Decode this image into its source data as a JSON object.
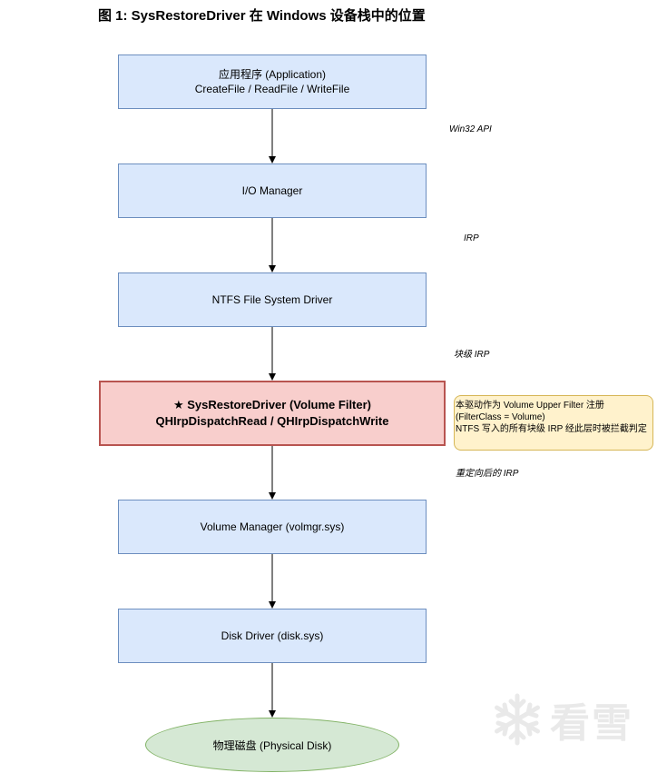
{
  "title": "图 1: SysRestoreDriver 在 Windows 设备栈中的位置",
  "nodes": {
    "app": {
      "line1": "应用程序 (Application)",
      "line2": "CreateFile / ReadFile / WriteFile"
    },
    "io_manager": {
      "line1": "I/O Manager"
    },
    "ntfs": {
      "line1": "NTFS File System Driver"
    },
    "sysrestore": {
      "line1": "★ SysRestoreDriver (Volume Filter)",
      "line2": "QHIrpDispatchRead / QHIrpDispatchWrite"
    },
    "volmgr": {
      "line1": "Volume Manager (volmgr.sys)"
    },
    "disk_driver": {
      "line1": "Disk Driver (disk.sys)"
    },
    "physical_disk": {
      "line1": "物理磁盘 (Physical Disk)"
    }
  },
  "edge_labels": {
    "win32": "Win32 API",
    "irp": "IRP",
    "block_irp": "块级 IRP",
    "redirected_irp": "重定向后的 IRP"
  },
  "note": {
    "line1": "本驱动作为 Volume Upper Filter 注册",
    "line2": "(FilterClass = Volume)",
    "line3": "NTFS 写入的所有块级 IRP 经此层时被拦截判定"
  },
  "watermark": {
    "text": "看雪",
    "icon": "snowflake-icon"
  },
  "colors": {
    "box_fill": "#dae8fc",
    "box_stroke": "#6c8ebf",
    "highlight_fill": "#f8cecc",
    "highlight_stroke": "#b85450",
    "disk_fill": "#d5e8d4",
    "disk_stroke": "#82b366",
    "note_fill": "#fff2cc",
    "note_stroke": "#d6b656"
  }
}
